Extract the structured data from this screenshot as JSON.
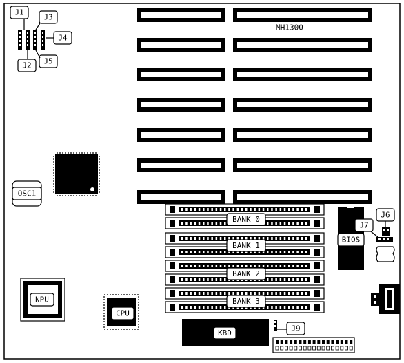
{
  "board": {
    "model": "MH1300",
    "colors": {
      "ink": "#000000",
      "paper": "#ffffff"
    }
  },
  "jumpers": {
    "j1": "J1",
    "j2": "J2",
    "j3": "J3",
    "j4": "J4",
    "j5": "J5",
    "j6": "J6",
    "j7": "J7",
    "j9": "J9"
  },
  "components": {
    "osc": "OSC1",
    "npu": "NPU",
    "cpu": "CPU",
    "bios": "BIOS",
    "kbd": "KBD"
  },
  "memory_banks": [
    "BANK 0",
    "BANK 1",
    "BANK 2",
    "BANK 3"
  ]
}
